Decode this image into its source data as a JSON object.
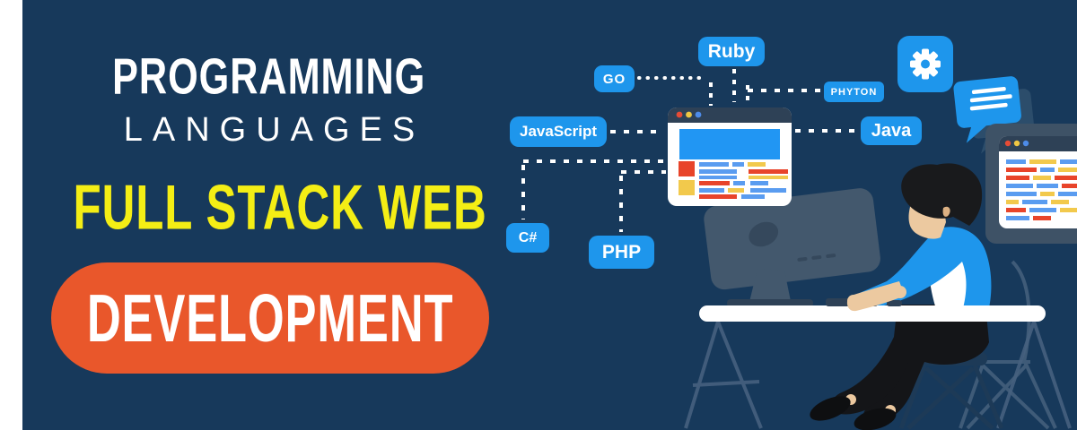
{
  "banner": {
    "headline": {
      "line1": "PROGRAMMING",
      "line2": "LANGUAGES",
      "line3": "FULL STACK WEB",
      "line4": "DEVELOPMENT"
    }
  },
  "languages": [
    {
      "label": "GO"
    },
    {
      "label": "Ruby"
    },
    {
      "label": "PHYTON"
    },
    {
      "label": "JavaScript"
    },
    {
      "label": "Java"
    },
    {
      "label": "C#"
    },
    {
      "label": "PHP"
    }
  ],
  "icons": {
    "gear": "gear-icon",
    "chat": "chat-bubble-icon",
    "window_dots": [
      "red",
      "yellow",
      "blue"
    ]
  },
  "colors": {
    "background": "#17395b",
    "left_strip": "#ffffff",
    "accent_blue": "#1e96ec",
    "accent_orange": "#e9572b",
    "accent_yellow": "#f4ee15",
    "window_header": "#2e4156",
    "panel_slate": "#3e5266",
    "monitor_slate": "#43586d",
    "bar_red": "#e8442a",
    "bar_yellow": "#f2c94c",
    "bar_blue": "#5a9cf0",
    "skin_tan": "#ecc9a0",
    "dark_outline": "#141518"
  }
}
